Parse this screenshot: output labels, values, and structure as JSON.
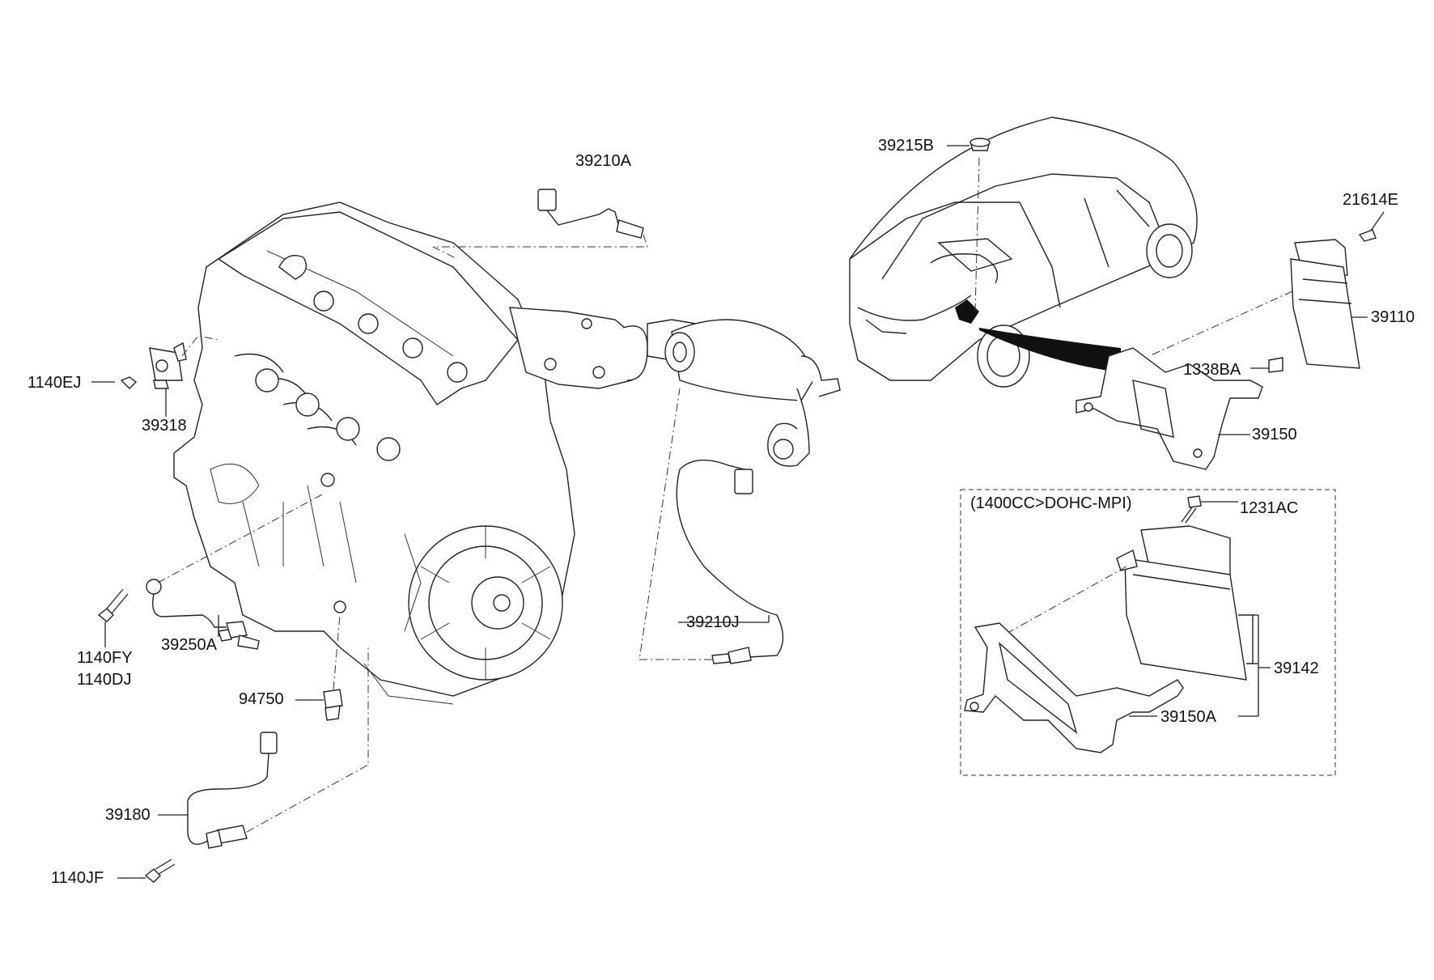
{
  "labels": {
    "p39210A": "39210A",
    "p39215B": "39215B",
    "p21614E": "21614E",
    "p39110": "39110",
    "p1338BA": "1338BA",
    "p39150": "39150",
    "p1140EJ": "1140EJ",
    "p39318": "39318",
    "p39210J": "39210J",
    "p1140FY": "1140FY",
    "p1140DJ": "1140DJ",
    "p39250A": "39250A",
    "p94750": "94750",
    "p39180": "39180",
    "p1140JF": "1140JF",
    "variant_note": "(1400CC>DOHC-MPI)",
    "p1231AC": "1231AC",
    "p39142": "39142",
    "p39150A": "39150A"
  },
  "colors": {
    "ink": "#222222",
    "background": "#ffffff"
  }
}
